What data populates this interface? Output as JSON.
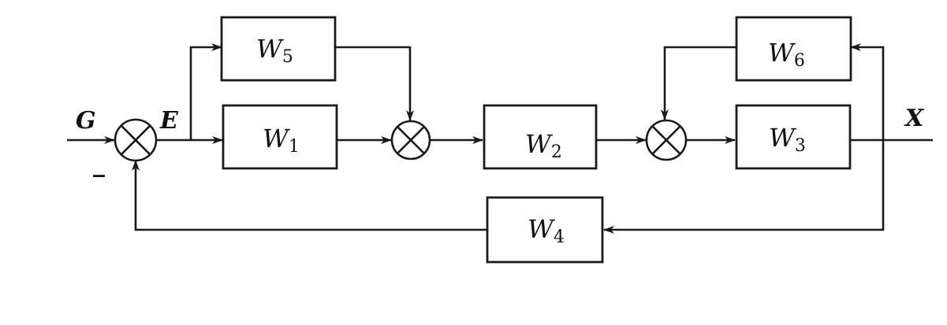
{
  "diagram": {
    "input_label": "G",
    "error_label": "E",
    "output_label": "X",
    "minus_sign": "_",
    "blocks": {
      "w1": {
        "base": "W",
        "sub": "1"
      },
      "w2": {
        "base": "W",
        "sub": "2"
      },
      "w3": {
        "base": "W",
        "sub": "3"
      },
      "w4": {
        "base": "W",
        "sub": "4"
      },
      "w5": {
        "base": "W",
        "sub": "5"
      },
      "w6": {
        "base": "W",
        "sub": "6"
      }
    }
  }
}
